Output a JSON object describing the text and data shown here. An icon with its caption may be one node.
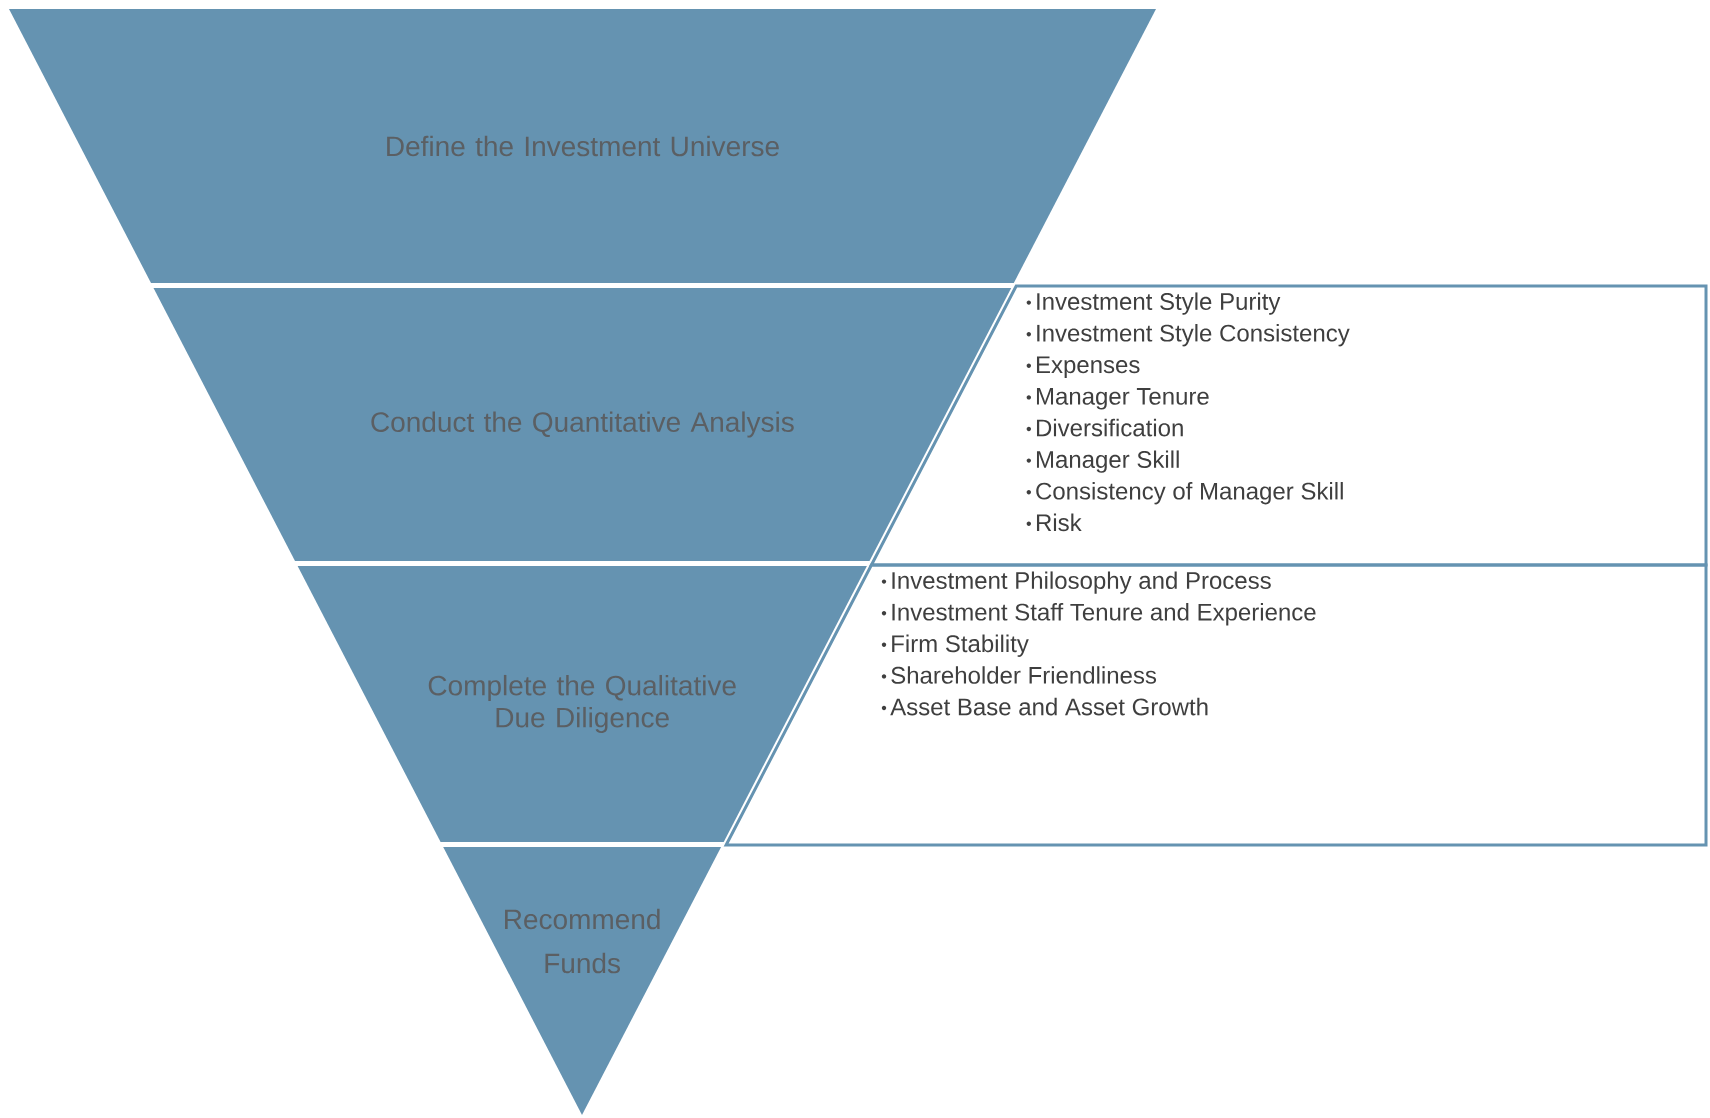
{
  "diagram": {
    "nodes": [
      {
        "text": [
          "Define the Investment Universe"
        ]
      },
      {
        "text": [
          "Conduct the Quantitative Analysis"
        ]
      },
      {
        "text": [
          "Complete the Qualitative Due Diligence"
        ]
      },
      {
        "text": [
          "Recommend Funds"
        ]
      },
      {
        "text": [
          "Investment Style Purity",
          "Investment Style Consistency",
          "Expenses",
          "Manager Tenure",
          "Diversification",
          "Manager Skill",
          "Consistency of Manager Skill",
          "Risk"
        ]
      },
      {
        "text": [
          "Investment Philosophy and Process",
          "Investment Staff Tenure and Experience",
          "Firm Stability",
          "Shareholder Friendliness",
          "Asset Base and Asset Growth"
        ]
      }
    ]
  }
}
